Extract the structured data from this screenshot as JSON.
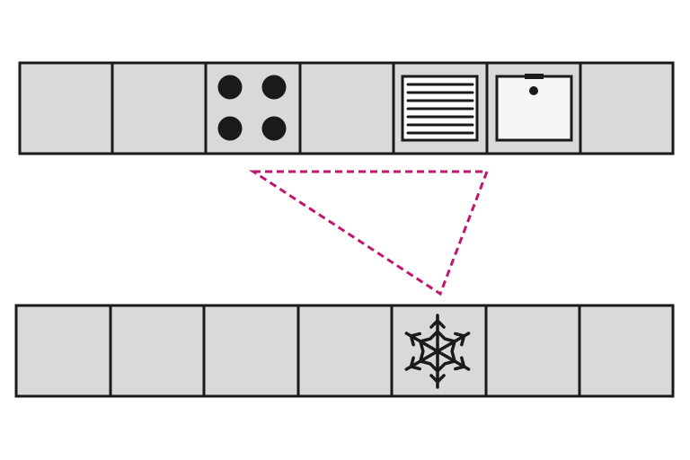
{
  "colors": {
    "cabinet_fill": "#d9d9d9",
    "outline": "#1a1a1a",
    "sink_fill": "#f5f5f5",
    "triangle": "#c0166f"
  },
  "top_row": {
    "cells": [
      "cabinet",
      "cabinet",
      "stove",
      "cabinet",
      "drainer",
      "sink",
      "cabinet"
    ]
  },
  "bottom_row": {
    "cells": [
      "cabinet",
      "cabinet",
      "cabinet",
      "cabinet",
      "fridge",
      "cabinet",
      "cabinet"
    ]
  },
  "icons": {
    "stove": "stove-burners-icon",
    "drainer": "dish-drainer-icon",
    "sink": "sink-icon",
    "fridge": "snowflake-icon"
  },
  "work_triangle": {
    "style": "dashed",
    "vertices": [
      "stove",
      "sink",
      "fridge"
    ]
  }
}
